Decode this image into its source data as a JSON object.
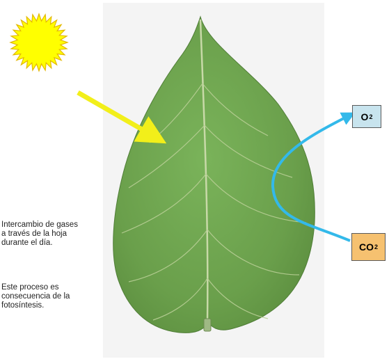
{
  "colors": {
    "background": "#ffffff",
    "photo_backdrop": "#f4f4f4",
    "leaf_fill": "#6fa34f",
    "leaf_vein": "#c8d9a8",
    "sun_fill": "#ffff00",
    "sun_stroke": "#e3b800",
    "sunlight_arrow": "#f2ef1a",
    "gas_arrow": "#33b9ea",
    "o2_box": "#c8e4ee",
    "co2_box": "#f6c170"
  },
  "icons": {
    "sun": "sun-icon",
    "leaf": "leaf-illustration",
    "sunlight_arrow": "arrow-right-down-icon",
    "gas_arrow": "curved-double-arrow-icon"
  },
  "labels": {
    "o2_main": "O",
    "o2_sub": "2",
    "co2_main": "CO",
    "co2_sub": "2"
  },
  "captions": {
    "exchange": "Intercambio de gases a través de la hoja durante el día.",
    "process": "Este proceso es consecuencia de la fotosíntesis."
  }
}
